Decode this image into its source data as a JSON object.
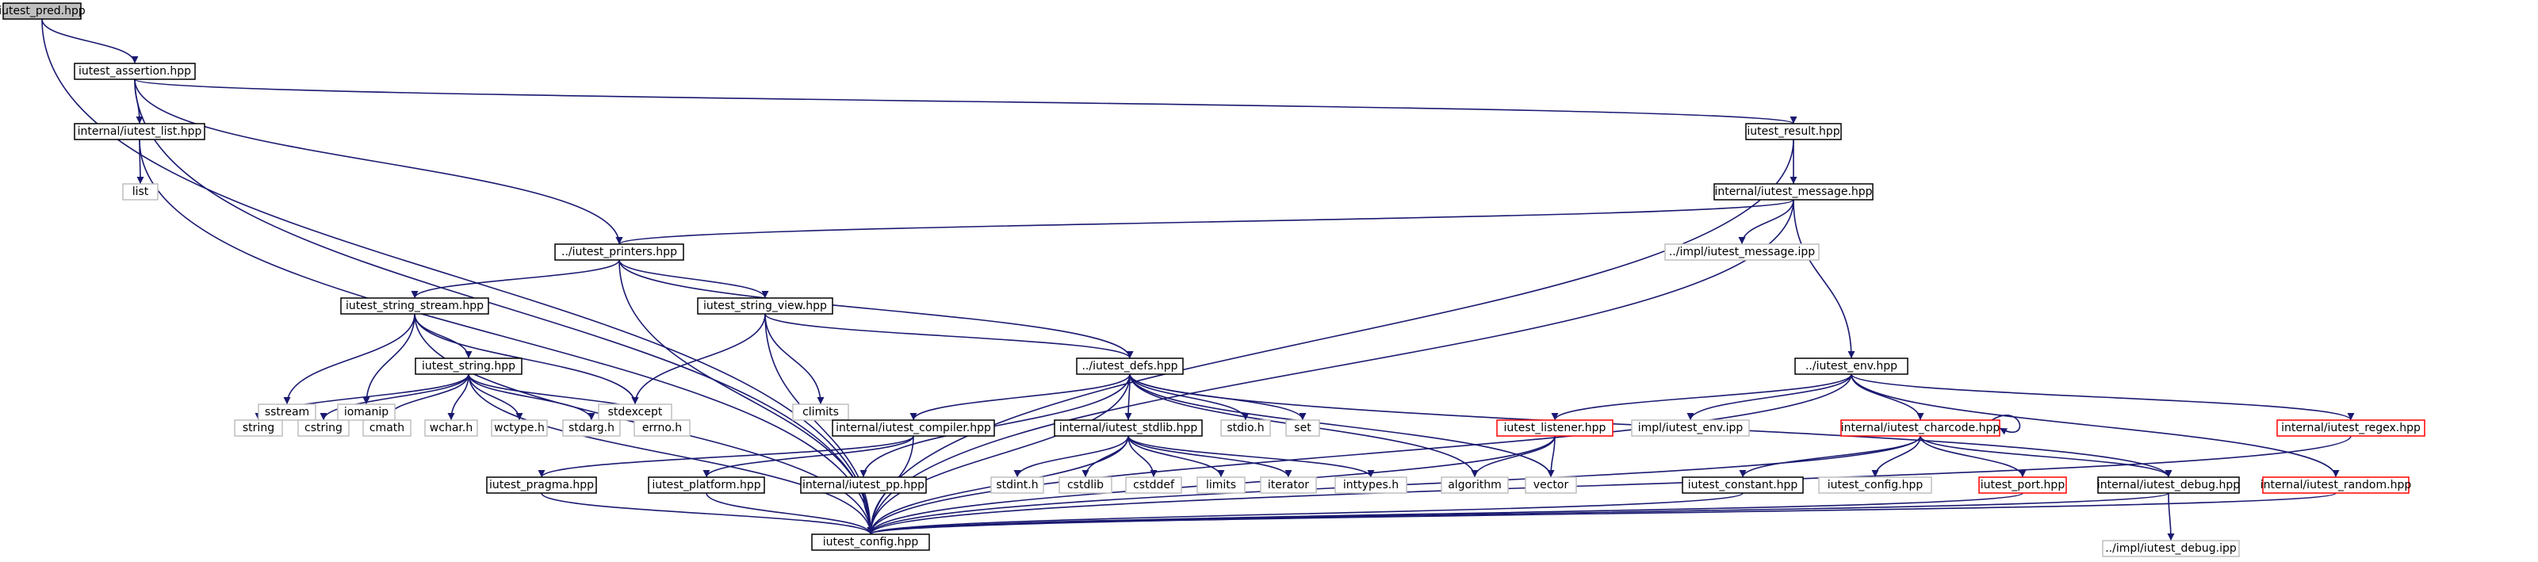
{
  "colors": {
    "edge": "#191970",
    "root_fill": "#bfbfbf",
    "node_border": "#000000",
    "external_border": "#bfbfbf",
    "truncated_border": "#ff0000",
    "text": "#000000"
  },
  "nodes": {
    "pred": {
      "label": "iutest_pred.hpp",
      "kind": "root"
    },
    "assertion": {
      "label": "iutest_assertion.hpp",
      "kind": "file"
    },
    "list_hpp": {
      "label": "internal/iutest_list.hpp",
      "kind": "file"
    },
    "list": {
      "label": "list",
      "kind": "external"
    },
    "result": {
      "label": "iutest_result.hpp",
      "kind": "file"
    },
    "message": {
      "label": "internal/iutest_message.hpp",
      "kind": "file"
    },
    "message_ipp": {
      "label": "../impl/iutest_message.ipp",
      "kind": "external"
    },
    "printers": {
      "label": "../iutest_printers.hpp",
      "kind": "file"
    },
    "string_stream": {
      "label": "iutest_string_stream.hpp",
      "kind": "file"
    },
    "string_view": {
      "label": "iutest_string_view.hpp",
      "kind": "file"
    },
    "sstream": {
      "label": "sstream",
      "kind": "external"
    },
    "iomanip": {
      "label": "iomanip",
      "kind": "external"
    },
    "string_hpp": {
      "label": "iutest_string.hpp",
      "kind": "file"
    },
    "stdexcept": {
      "label": "stdexcept",
      "kind": "external"
    },
    "climits": {
      "label": "climits",
      "kind": "external"
    },
    "defs": {
      "label": "../iutest_defs.hpp",
      "kind": "file"
    },
    "env": {
      "label": "../iutest_env.hpp",
      "kind": "file"
    },
    "string": {
      "label": "string",
      "kind": "external"
    },
    "cstring": {
      "label": "cstring",
      "kind": "external"
    },
    "cmath": {
      "label": "cmath",
      "kind": "external"
    },
    "wchar": {
      "label": "wchar.h",
      "kind": "external"
    },
    "wctype": {
      "label": "wctype.h",
      "kind": "external"
    },
    "stdarg": {
      "label": "stdarg.h",
      "kind": "external"
    },
    "errno": {
      "label": "errno.h",
      "kind": "external"
    },
    "compiler": {
      "label": "internal/iutest_compiler.hpp",
      "kind": "file"
    },
    "stdlib_hpp": {
      "label": "internal/iutest_stdlib.hpp",
      "kind": "file"
    },
    "stdio": {
      "label": "stdio.h",
      "kind": "external"
    },
    "set": {
      "label": "set",
      "kind": "external"
    },
    "listener": {
      "label": "iutest_listener.hpp",
      "kind": "truncated"
    },
    "env_ipp": {
      "label": "impl/iutest_env.ipp",
      "kind": "external"
    },
    "charcode": {
      "label": "internal/iutest_charcode.hpp",
      "kind": "truncated"
    },
    "regex": {
      "label": "internal/iutest_regex.hpp",
      "kind": "truncated"
    },
    "pragma": {
      "label": "iutest_pragma.hpp",
      "kind": "file"
    },
    "platform": {
      "label": "iutest_platform.hpp",
      "kind": "file"
    },
    "pp": {
      "label": "internal/iutest_pp.hpp",
      "kind": "file"
    },
    "stdint": {
      "label": "stdint.h",
      "kind": "external"
    },
    "cstdlib": {
      "label": "cstdlib",
      "kind": "external"
    },
    "cstddef": {
      "label": "cstddef",
      "kind": "external"
    },
    "limits": {
      "label": "limits",
      "kind": "external"
    },
    "iterator": {
      "label": "iterator",
      "kind": "external"
    },
    "inttypes": {
      "label": "inttypes.h",
      "kind": "external"
    },
    "algorithm": {
      "label": "algorithm",
      "kind": "external"
    },
    "vector": {
      "label": "vector",
      "kind": "external"
    },
    "constant": {
      "label": "iutest_constant.hpp",
      "kind": "file"
    },
    "config_hpp": {
      "label": "iutest_config.hpp",
      "kind": "external"
    },
    "port": {
      "label": "iutest_port.hpp",
      "kind": "truncated"
    },
    "debug": {
      "label": "internal/iutest_debug.hpp",
      "kind": "file"
    },
    "random": {
      "label": "internal/iutest_random.hpp",
      "kind": "truncated"
    },
    "config": {
      "label": "iutest_config.hpp",
      "kind": "file"
    },
    "debug_ipp": {
      "label": "../impl/iutest_debug.ipp",
      "kind": "external"
    }
  },
  "edges": [
    [
      "pred",
      "assertion"
    ],
    [
      "pred",
      "config"
    ],
    [
      "assertion",
      "list_hpp"
    ],
    [
      "assertion",
      "result"
    ],
    [
      "assertion",
      "printers"
    ],
    [
      "assertion",
      "config"
    ],
    [
      "list_hpp",
      "list"
    ],
    [
      "list_hpp",
      "config"
    ],
    [
      "result",
      "message"
    ],
    [
      "result",
      "config"
    ],
    [
      "message",
      "message_ipp"
    ],
    [
      "message",
      "printers"
    ],
    [
      "message",
      "env"
    ],
    [
      "message",
      "config"
    ],
    [
      "printers",
      "string_stream"
    ],
    [
      "printers",
      "string_view"
    ],
    [
      "printers",
      "defs"
    ],
    [
      "printers",
      "config"
    ],
    [
      "string_stream",
      "sstream"
    ],
    [
      "string_stream",
      "iomanip"
    ],
    [
      "string_stream",
      "string_hpp"
    ],
    [
      "string_stream",
      "stdexcept"
    ],
    [
      "string_stream",
      "config"
    ],
    [
      "string_view",
      "stdexcept"
    ],
    [
      "string_view",
      "climits"
    ],
    [
      "string_view",
      "defs"
    ],
    [
      "string_view",
      "config"
    ],
    [
      "string_hpp",
      "string"
    ],
    [
      "string_hpp",
      "cstring"
    ],
    [
      "string_hpp",
      "cmath"
    ],
    [
      "string_hpp",
      "wchar"
    ],
    [
      "string_hpp",
      "wctype"
    ],
    [
      "string_hpp",
      "stdarg"
    ],
    [
      "string_hpp",
      "errno"
    ],
    [
      "string_hpp",
      "config"
    ],
    [
      "defs",
      "compiler"
    ],
    [
      "defs",
      "stdlib_hpp"
    ],
    [
      "defs",
      "stdio"
    ],
    [
      "defs",
      "set"
    ],
    [
      "defs",
      "algorithm"
    ],
    [
      "defs",
      "vector"
    ],
    [
      "defs",
      "pp"
    ],
    [
      "defs",
      "debug"
    ],
    [
      "defs",
      "config"
    ],
    [
      "compiler",
      "pragma"
    ],
    [
      "compiler",
      "platform"
    ],
    [
      "compiler",
      "config"
    ],
    [
      "stdlib_hpp",
      "stdint"
    ],
    [
      "stdlib_hpp",
      "cstdlib"
    ],
    [
      "stdlib_hpp",
      "cstddef"
    ],
    [
      "stdlib_hpp",
      "limits"
    ],
    [
      "stdlib_hpp",
      "iterator"
    ],
    [
      "stdlib_hpp",
      "inttypes"
    ],
    [
      "stdlib_hpp",
      "config"
    ],
    [
      "env",
      "listener"
    ],
    [
      "env",
      "env_ipp"
    ],
    [
      "env",
      "charcode"
    ],
    [
      "env",
      "regex"
    ],
    [
      "env",
      "random"
    ],
    [
      "env",
      "config"
    ],
    [
      "listener",
      "algorithm"
    ],
    [
      "listener",
      "vector"
    ],
    [
      "listener",
      "config"
    ],
    [
      "charcode",
      "charcode"
    ],
    [
      "charcode",
      "constant"
    ],
    [
      "charcode",
      "config_hpp"
    ],
    [
      "charcode",
      "port"
    ],
    [
      "charcode",
      "debug"
    ],
    [
      "charcode",
      "config"
    ],
    [
      "regex",
      "config"
    ],
    [
      "random",
      "config"
    ],
    [
      "pragma",
      "config"
    ],
    [
      "platform",
      "config"
    ],
    [
      "pp",
      "config"
    ],
    [
      "constant",
      "config"
    ],
    [
      "port",
      "config"
    ],
    [
      "debug",
      "debug_ipp"
    ],
    [
      "debug",
      "config"
    ]
  ]
}
